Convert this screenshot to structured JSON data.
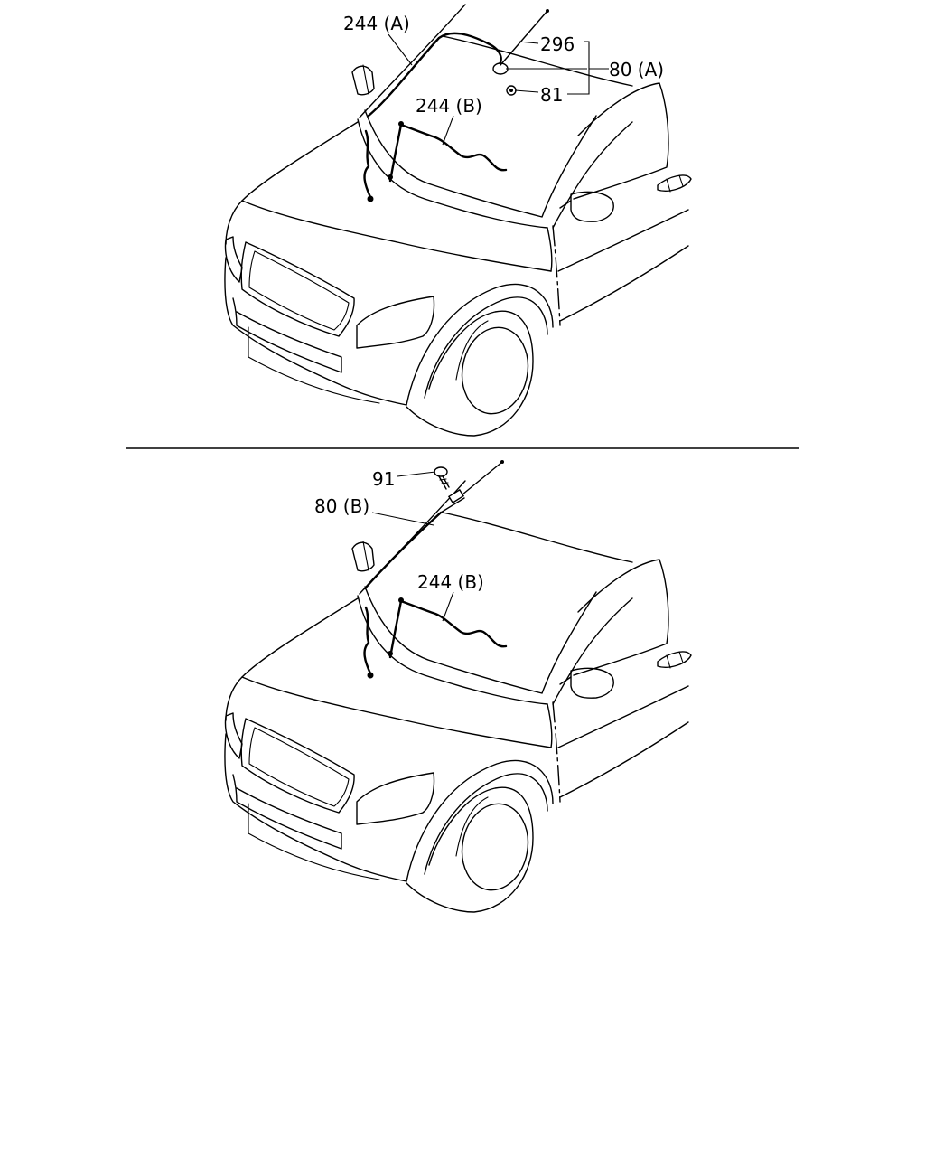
{
  "diagram": {
    "top": {
      "labels": {
        "wire_a": "244 (A)",
        "wire_b": "244 (B)",
        "antenna_rod": "296",
        "antenna_base": "80 (A)",
        "nut": "81"
      }
    },
    "bottom": {
      "labels": {
        "screw": "91",
        "antenna": "80 (B)",
        "wire_b": "244 (B)"
      }
    }
  }
}
